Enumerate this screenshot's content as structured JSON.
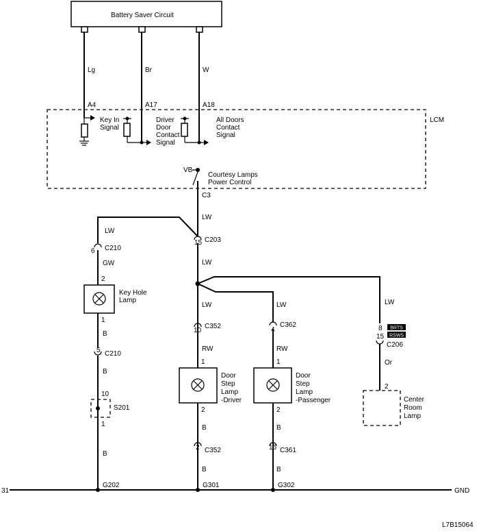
{
  "module_top": "Battery Saver Circuit",
  "lcm": "LCM",
  "wires": {
    "lg": "Lg",
    "br": "Br",
    "w": "W",
    "lw1": "LW",
    "lw2": "LW",
    "lw3": "LW",
    "lw4": "LW",
    "lw5": "LW",
    "lw6": "LW",
    "gw": "GW",
    "b1": "B",
    "b2": "B",
    "b3": "B",
    "b4": "B",
    "b5": "B",
    "rw1": "RW",
    "rw2": "RW",
    "or": "Or"
  },
  "pins": {
    "a4": "A4",
    "a17": "A17",
    "a18": "A18",
    "vb": "VB",
    "c3": "C3",
    "p15": "15",
    "p6": "6",
    "p2": "2",
    "p1": "1",
    "p5": "5",
    "p10": "10",
    "p1s": "1",
    "p10b": "10",
    "p4": "4",
    "p1b": "1",
    "p1c": "1",
    "p2b": "2",
    "p2c": "2",
    "p2d": "2",
    "p16": "16",
    "p8": "8",
    "p15b": "15",
    "p2e": "2"
  },
  "signals": {
    "key_in": [
      "Key In",
      "Signal"
    ],
    "driver_door": [
      "Driver",
      "Door",
      "Contact",
      "Signal"
    ],
    "all_doors": [
      "All Doors",
      "Contact",
      "Signal"
    ],
    "courtesy": [
      "Courtesy Lamps",
      "Power Control"
    ]
  },
  "connectors": {
    "c203": "C203",
    "c210a": "C210",
    "c210b": "C210",
    "c352a": "C352",
    "c362": "C362",
    "c352b": "C352",
    "c361": "C361",
    "c206": "C206"
  },
  "splice": "S201",
  "lamps": {
    "key_hole": [
      "Key Hole",
      "Lamp"
    ],
    "door_driver": [
      "Door",
      "Step",
      "Lamp",
      "-Driver"
    ],
    "door_pass": [
      "Door",
      "Step",
      "Lamp",
      "-Passenger"
    ],
    "center_room": [
      "Center",
      "Room",
      "Lamp"
    ]
  },
  "tags": {
    "brts": "BRTS",
    "rsws": "RSWS"
  },
  "grounds": {
    "g202": "G202",
    "g301": "G301",
    "g302": "G302"
  },
  "ground_bus": {
    "left": "31",
    "right": "GND"
  },
  "figure_id": "L7B15064"
}
